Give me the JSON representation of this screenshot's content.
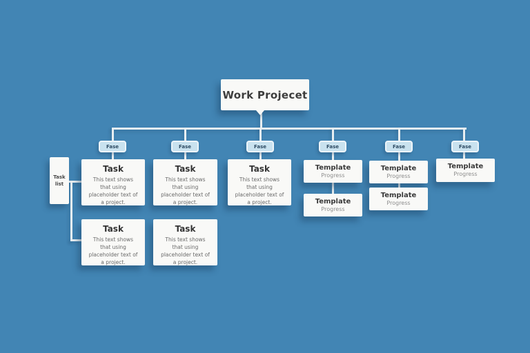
{
  "colors": {
    "background": "#4285b4",
    "card_fill": "#f9f9f7",
    "connector": "#e8eef1",
    "pill_fill": "#c9e2ef",
    "pill_text": "#2d4b63",
    "shadow": "#163a5a"
  },
  "root": {
    "label": "Work Projecet"
  },
  "side_box": {
    "line1": "Task",
    "line2": "list"
  },
  "columns": [
    {
      "tag": "Fase",
      "cards": [
        {
          "title": "Task",
          "body": "This text shows that using placeholder text of a project."
        }
      ]
    },
    {
      "tag": "Fase",
      "cards": [
        {
          "title": "Task",
          "body": "This text shows that using placeholder text of a project."
        }
      ]
    },
    {
      "tag": "Fase",
      "cards": [
        {
          "title": "Task",
          "body": "This text shows that using placeholder text of a project."
        }
      ]
    },
    {
      "tag": "Fase",
      "cards": [
        {
          "title": "Template",
          "subtitle": "Progress"
        },
        {
          "title": "Template",
          "subtitle": "Progress"
        }
      ]
    },
    {
      "tag": "Fase",
      "cards": [
        {
          "title": "Template",
          "subtitle": "Progress"
        },
        {
          "title": "Template",
          "subtitle": "Progress"
        }
      ]
    },
    {
      "tag": "Fase",
      "cards": [
        {
          "title": "Template",
          "subtitle": "Progress"
        }
      ]
    }
  ],
  "secondary_row": [
    {
      "title": "Task",
      "body": "This text shows that using placeholder text of a project."
    },
    {
      "title": "Task",
      "body": "This text shows that using placeholder text of a project."
    }
  ]
}
